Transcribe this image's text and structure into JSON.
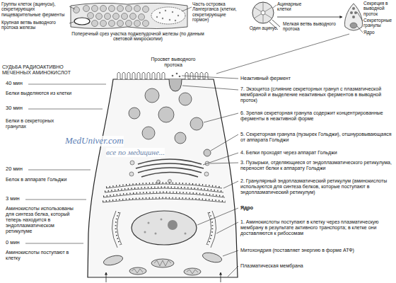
{
  "diagram": {
    "labels": [
      "Группы клеток (ацинусы), секретирующих пищеварительные ферменты",
      "Крупная ветвь выводного протока железы",
      "Часть островка Лангерганса (клетки, секретирующие гормон)",
      "Ацинарные клетки",
      "Секреция в выводной проток",
      "Секреторные гранулы",
      "Ядро",
      "Мелкая ветвь выводного протока",
      "Один ацинус",
      "Поперечный срез участка поджелудочной железы (по данным световой микроскопии)",
      "СУДЬБА РАДИОАКТИВНО МЕЧЕННЫХ АМИНОКИСЛОТ",
      "Просвет выводного протока",
      "Неактивный фермент",
      "40 мин",
      "7. Экзоцитоз (слияние секреторных гранул с плазматической мембраной и выделение неактивных ферментов в выводной проток)",
      "Белки выделяются из клетки",
      "30 мин",
      "6. Зрелая секреторная гранула содержит концентрированные ферменты в неактивной форме",
      "Белки в секреторных гранулах",
      "MedUniver.com",
      "все по медицине...",
      "5. Секреторная гранула (пузырек Гольджи), отшнуровывающаяся от аппарата Гольджи",
      "4. Белки проходят через аппарат Гольджи",
      "20 мин",
      "Белок в аппарате Гольджи",
      "3. Пузырьки, отделяющиеся от эндоплазматического ретикулума, переносят белки к аппарату Гольджи",
      "2. Гранулярный эндоплазматический ретикулум (аминокислоты используются для синтеза белков, которые поступают в эндоплазматический ретикулум)",
      "3 мин",
      "Ядро",
      "Аминокислоты использованы для синтеза белка, который теперь находится в эндоплазматическом ретикулуме",
      "1. Аминокислоты поступают в клетку через плазматическую мембрану в результате активного транспорта; в клетке они доставляются к рибосомам",
      "0 мин",
      "Митохондрия (поставляет энергию в форме АТФ)",
      "Аминокислоты поступают в клетку",
      "Плазматическая мембрана"
    ]
  }
}
